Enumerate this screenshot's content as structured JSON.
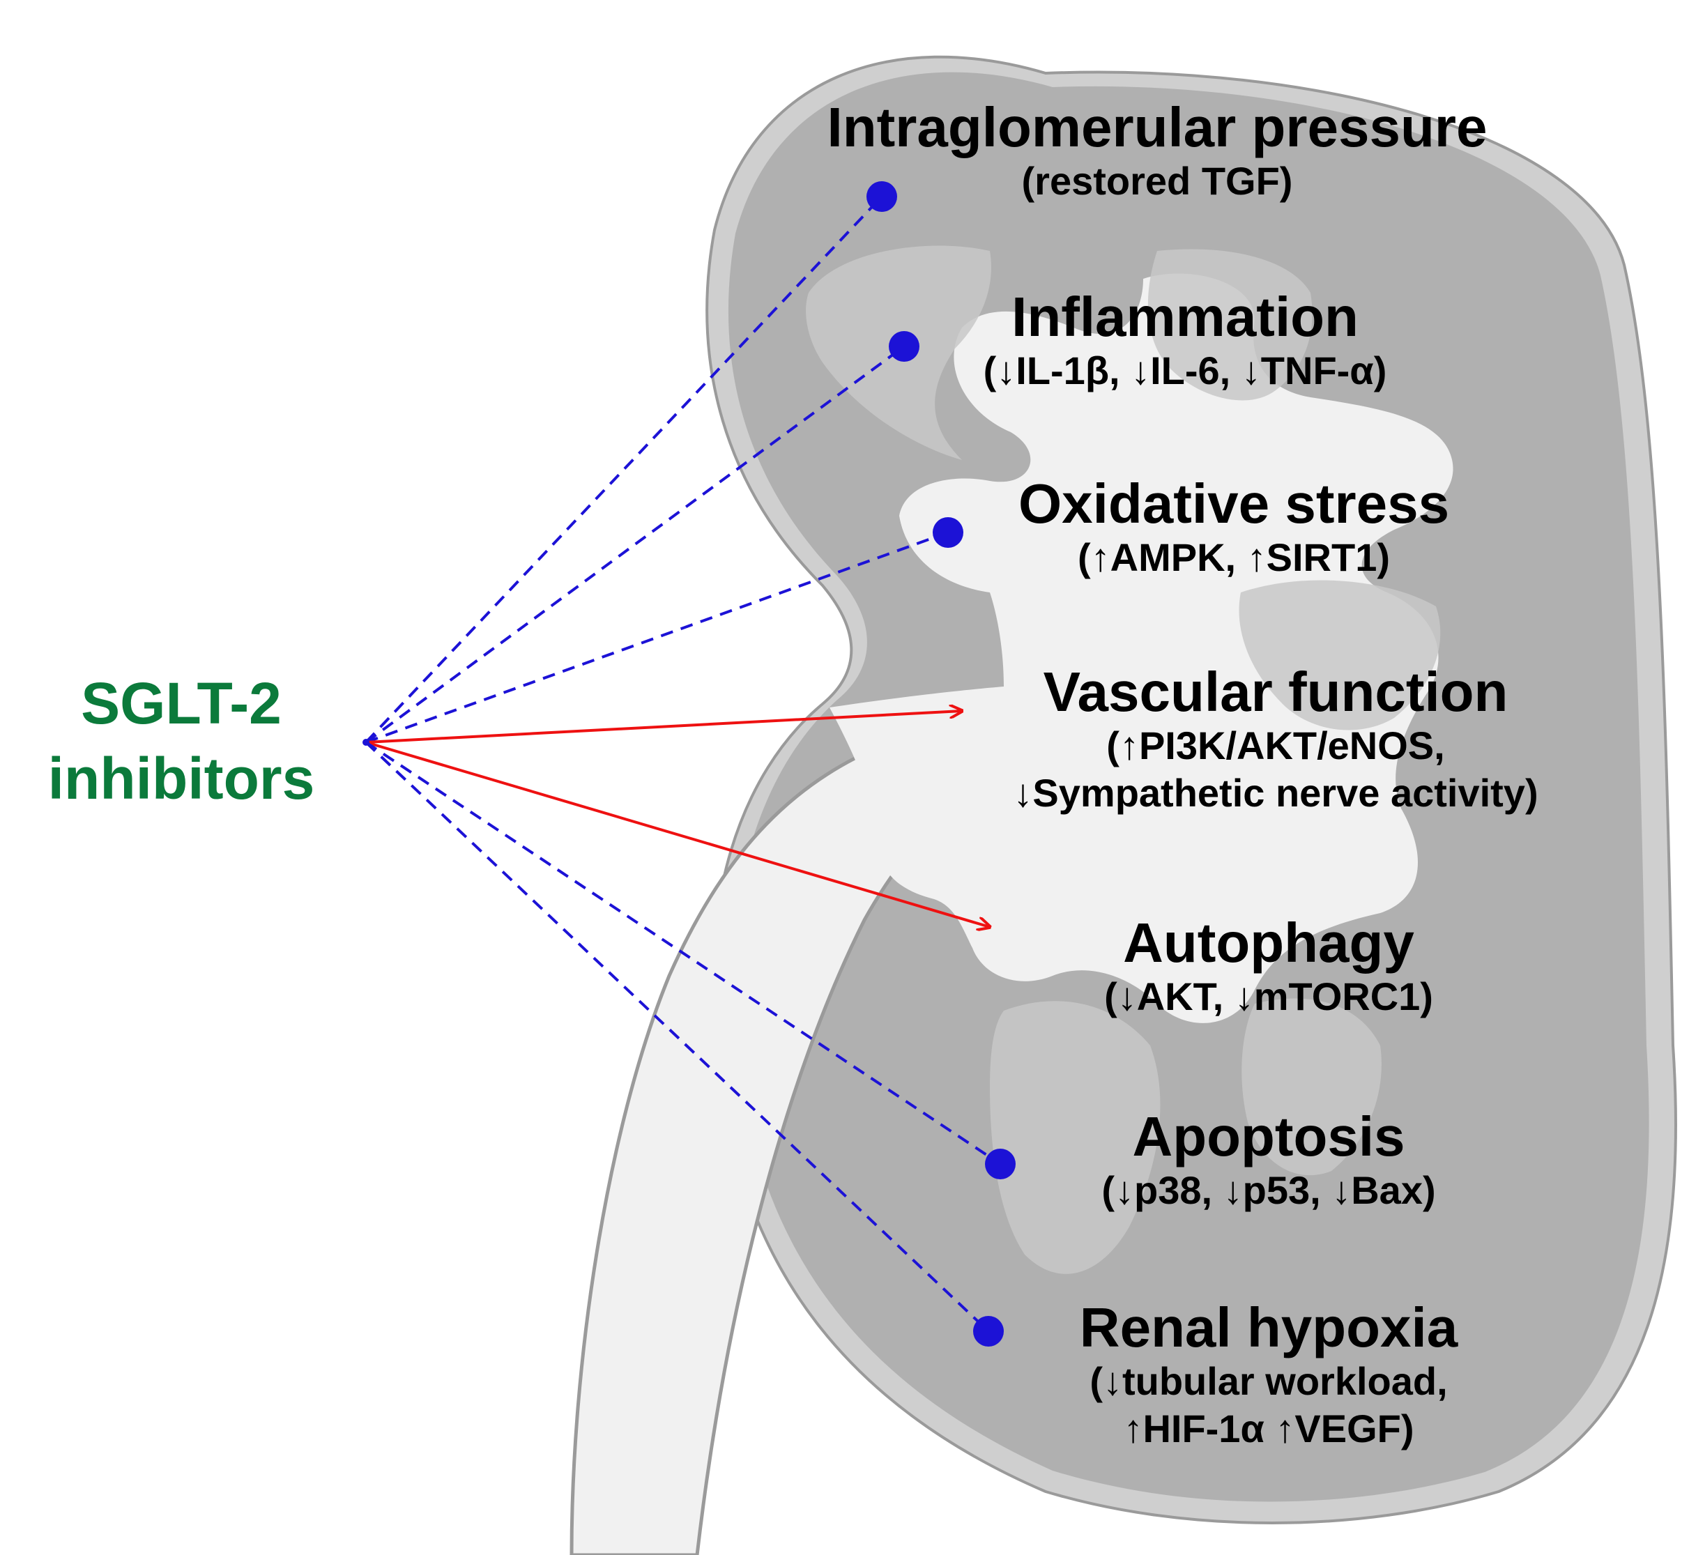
{
  "drug": {
    "line1": "SGLT-2",
    "line2": "inhibitors",
    "color": "#0b7a3b"
  },
  "colors": {
    "kidney_fill": "#b0b0b0",
    "pelvis_fill": "#f1f1f1",
    "inhibit_line": "#1c12d6",
    "activate_arrow": "#ee1111"
  },
  "effects": [
    {
      "id": "intraglomerular",
      "title": "Intraglomerular pressure",
      "detail": [
        "(restored TGF)"
      ],
      "effect": "inhibit"
    },
    {
      "id": "inflammation",
      "title": "Inflammation",
      "detail": [
        "(↓IL-1β, ↓IL-6, ↓TNF-α)"
      ],
      "effect": "inhibit"
    },
    {
      "id": "oxidative",
      "title": "Oxidative stress",
      "detail": [
        "(↑AMPK, ↑SIRT1)"
      ],
      "effect": "inhibit"
    },
    {
      "id": "vascular",
      "title": "Vascular function",
      "detail": [
        "(↑PI3K/AKT/eNOS,",
        "↓Sympathetic nerve activity)"
      ],
      "effect": "activate"
    },
    {
      "id": "autophagy",
      "title": "Autophagy",
      "detail": [
        "(↓AKT, ↓mTORC1)"
      ],
      "effect": "activate"
    },
    {
      "id": "apoptosis",
      "title": "Apoptosis",
      "detail": [
        "(↓p38, ↓p53, ↓Bax)"
      ],
      "effect": "inhibit"
    },
    {
      "id": "hypoxia",
      "title": "Renal hypoxia",
      "detail": [
        "(↓tubular workload,",
        "↑HIF-1α ↑VEGF)"
      ],
      "effect": "inhibit"
    }
  ]
}
